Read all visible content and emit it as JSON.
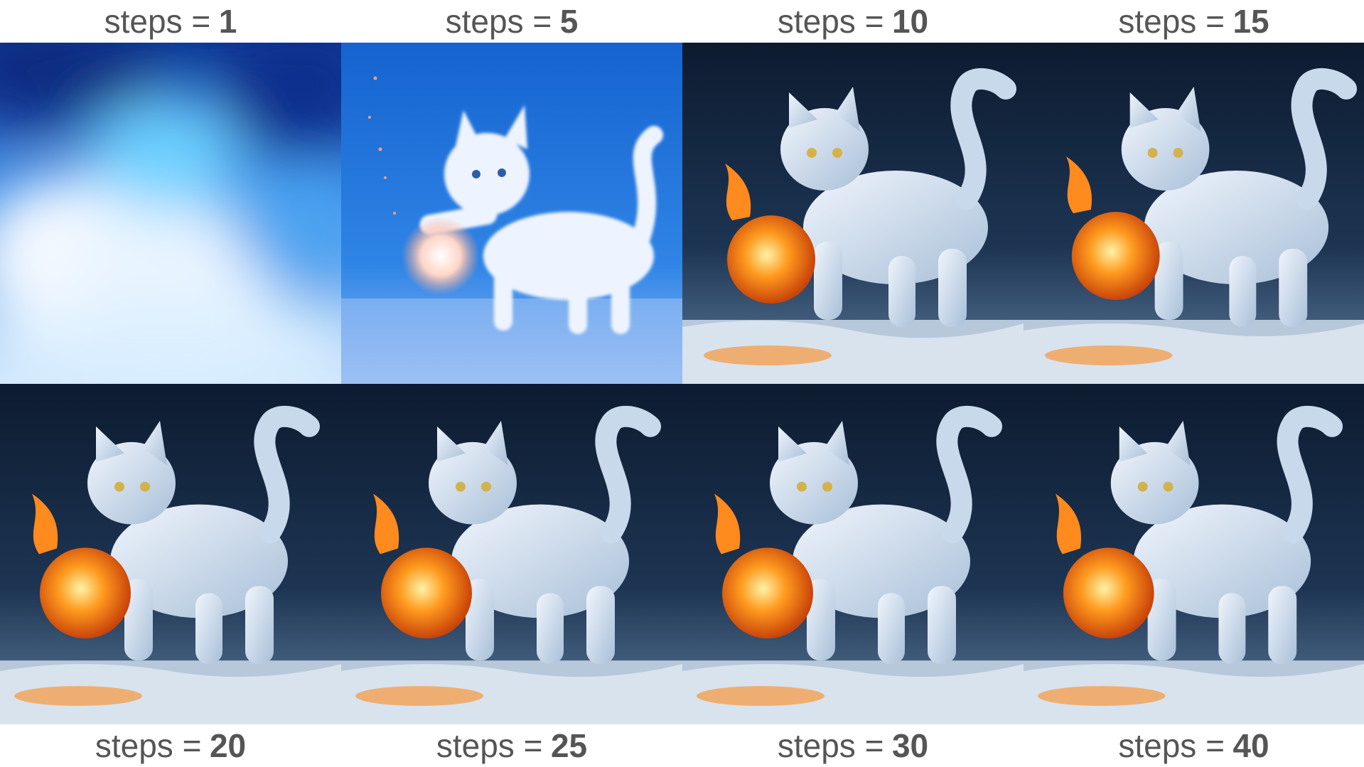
{
  "top_labels": [
    {
      "prefix": "steps =",
      "value": "1"
    },
    {
      "prefix": "steps =",
      "value": "5"
    },
    {
      "prefix": "steps =",
      "value": "10"
    },
    {
      "prefix": "steps =",
      "value": "15"
    }
  ],
  "bottom_labels": [
    {
      "prefix": "steps =",
      "value": "20"
    },
    {
      "prefix": "steps =",
      "value": "25"
    },
    {
      "prefix": "steps =",
      "value": "30"
    },
    {
      "prefix": "steps =",
      "value": "40"
    }
  ],
  "colors": {
    "label_text": "#555555",
    "night_bg": "#0e1a2e",
    "blue_bg": "#1a6fd6",
    "fire": "#ff8a1e",
    "ice": "#dfe8f5"
  }
}
